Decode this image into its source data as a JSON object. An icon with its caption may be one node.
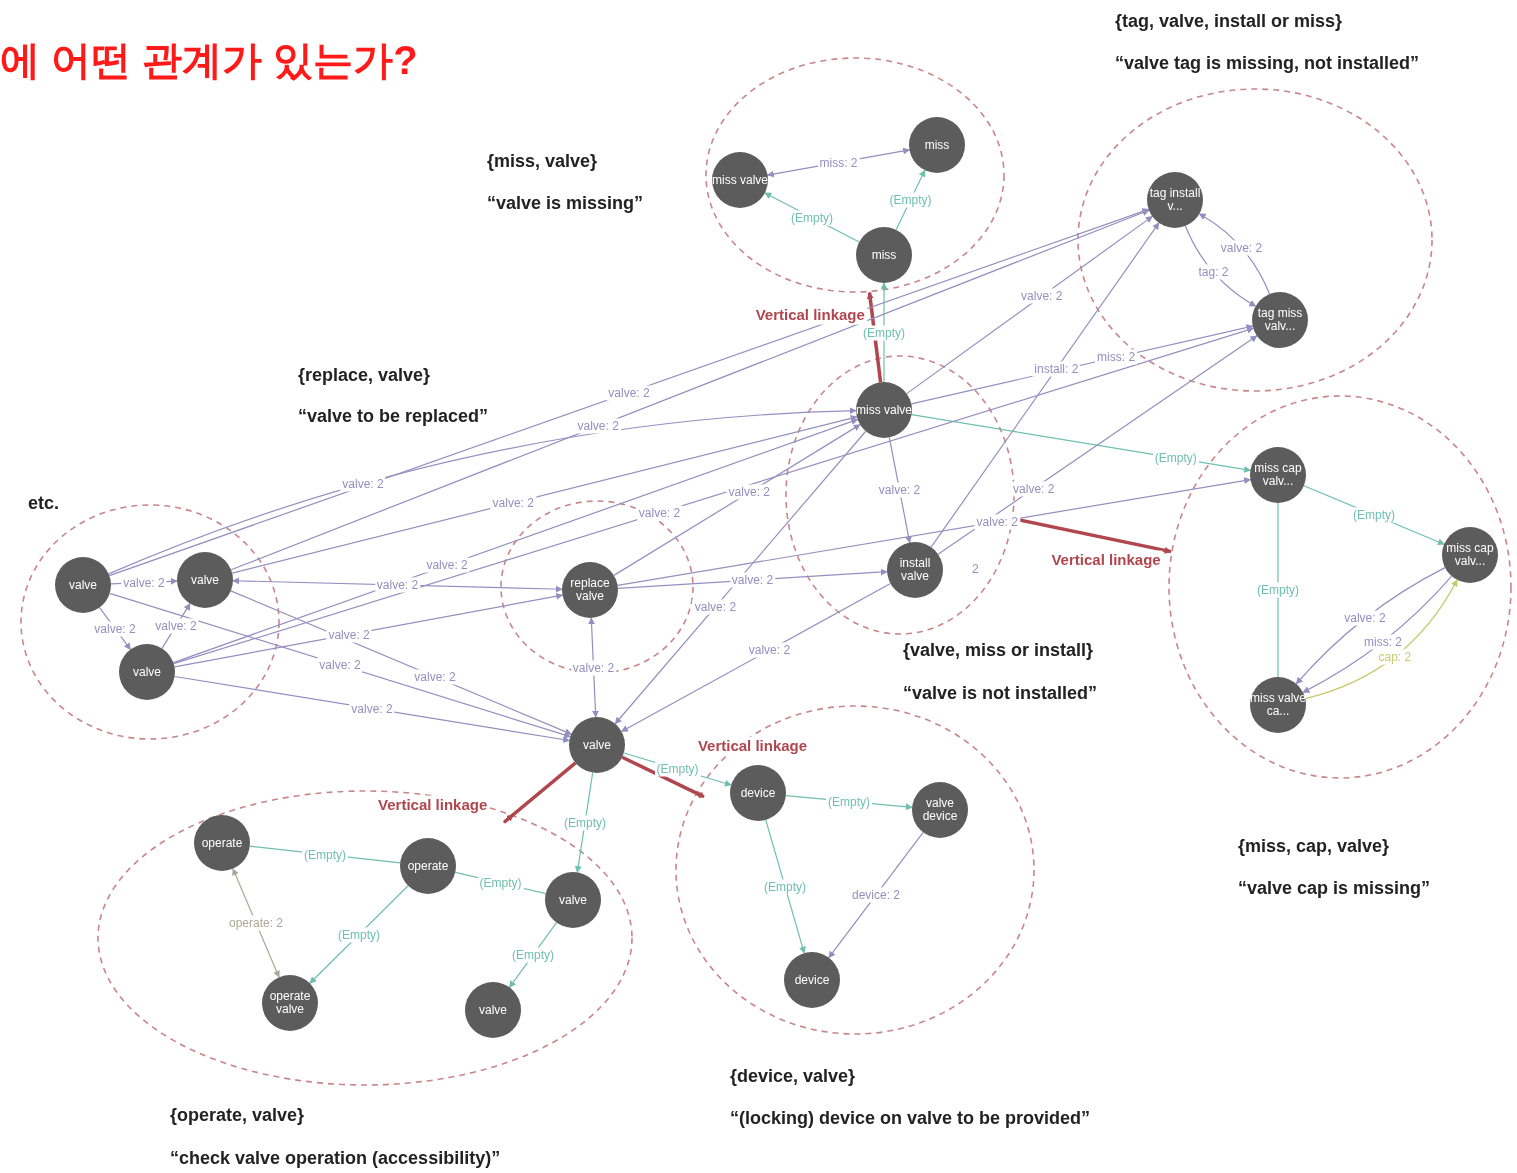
{
  "diagram": {
    "title": "에 어떤 관계가 있는가?",
    "nodes": [
      {
        "text": [],
        "shape": "circle",
        "beside": [
          "{miss, valve}",
          "“valve is missing”"
        ]
      },
      {
        "text": [],
        "shape": "circle",
        "beside": [
          "{tag, valve, install or miss}",
          "“valve tag is missing, not installed”"
        ]
      },
      {
        "text": [],
        "shape": "circle",
        "beside": [
          "etc."
        ]
      },
      {
        "text": [],
        "shape": "circle",
        "beside": [
          "{replace, valve}",
          "“valve to be replaced”"
        ]
      },
      {
        "text": [],
        "shape": "circle",
        "beside": [
          "{valve, miss or install}",
          "“valve is not installed”"
        ]
      },
      {
        "text": [],
        "shape": "circle",
        "beside": [
          "{miss, cap, valve}",
          "“valve cap is missing”"
        ]
      },
      {
        "text": [],
        "shape": "circle",
        "beside": [
          "{operate, valve}",
          "“check valve operation (accessibility)”"
        ]
      },
      {
        "text": [],
        "shape": "circle",
        "beside": [
          "{device, valve}",
          "“(locking) device on valve to be provided”"
        ]
      },
      {
        "text": [
          "miss valve"
        ],
        "in": 0
      },
      {
        "text": [
          "miss"
        ],
        "in": 0
      },
      {
        "text": [
          "miss"
        ],
        "in": 0
      },
      {
        "text": [
          "tag install v..."
        ],
        "in": 1
      },
      {
        "text": [
          "tag miss valv..."
        ],
        "in": 1
      },
      {
        "text": [
          "miss valve"
        ],
        "in": 4
      },
      {
        "text": [
          "install valve"
        ],
        "in": 4
      },
      {
        "text": [
          "valve"
        ],
        "in": 2
      },
      {
        "text": [
          "valve"
        ],
        "in": 2
      },
      {
        "text": [
          "valve"
        ],
        "in": 2
      },
      {
        "text": [
          "replace valve"
        ],
        "in": 3
      },
      {
        "text": [
          "valve"
        ]
      },
      {
        "text": [
          "miss cap valv..."
        ],
        "in": 5
      },
      {
        "text": [
          "miss cap valv..."
        ],
        "in": 5
      },
      {
        "text": [
          "miss valve ca..."
        ],
        "in": 5
      },
      {
        "text": [
          "operate"
        ],
        "in": 6
      },
      {
        "text": [
          "operate"
        ],
        "in": 6
      },
      {
        "text": [
          "operate valve"
        ],
        "in": 6
      },
      {
        "text": [
          "valve"
        ],
        "in": 6
      },
      {
        "text": [
          "valve"
        ],
        "in": 6
      },
      {
        "text": [
          "device"
        ],
        "in": 7
      },
      {
        "text": [
          "valve device"
        ],
        "in": 7
      },
      {
        "text": [
          "device"
        ],
        "in": 7
      }
    ],
    "edges": [
      {
        "from": 10,
        "to": 8,
        "arrow": "to",
        "label": "(Empty)",
        "color": "#6fbfae"
      },
      {
        "from": 10,
        "to": 9,
        "arrow": "to",
        "label": "(Empty)",
        "color": "#6fbfae"
      },
      {
        "from": 8,
        "to": 9,
        "arrow": "both",
        "label": "miss: 2"
      },
      {
        "from": 13,
        "to": 10,
        "arrow": "to",
        "label": "(Empty)",
        "color": "#6fbfae"
      },
      {
        "from": 12,
        "to": 11,
        "arrow": "to",
        "label": "valve: 2"
      },
      {
        "from": 11,
        "to": 12,
        "arrow": "to",
        "label": "tag: 2"
      },
      {
        "from": 13,
        "to": 11,
        "arrow": "to",
        "label": "valve: 2"
      },
      {
        "from": 13,
        "to": 12,
        "arrow": "to",
        "label": "miss: 2"
      },
      {
        "from": 14,
        "to": 11,
        "arrow": "to",
        "label": "install: 2"
      },
      {
        "from": 13,
        "to": 0,
        "arrow": "to",
        "label": "Vertical linkage",
        "style": "thick",
        "color": "#b0464e"
      },
      {
        "from": 4,
        "to": 5,
        "arrow": "to",
        "label": "Vertical linkage",
        "style": "thick",
        "color": "#b0464e"
      },
      {
        "from": 19,
        "to": 7,
        "arrow": "to",
        "label": "Vertical linkage",
        "style": "thick",
        "color": "#b0464e"
      },
      {
        "from": 19,
        "to": 6,
        "arrow": "to",
        "label": "Vertical linkage",
        "style": "thick",
        "color": "#b0464e"
      },
      {
        "from": 13,
        "to": 20,
        "arrow": "to",
        "label": "(Empty)",
        "color": "#6fbfae"
      },
      {
        "from": 13,
        "to": 14,
        "arrow": "to",
        "label": "valve: 2"
      },
      {
        "from": 18,
        "to": 20,
        "arrow": "to",
        "label": "valve: 2"
      },
      {
        "from": 16,
        "to": 13,
        "arrow": "to",
        "label": "valve: 2"
      },
      {
        "from": 15,
        "to": 11,
        "arrow": "to",
        "label": "valve: 2"
      },
      {
        "from": 17,
        "to": 12,
        "arrow": "to",
        "label": "valve: 2"
      },
      {
        "from": 16,
        "to": 11,
        "arrow": "to",
        "label": "valve: 2"
      },
      {
        "from": 15,
        "to": 13,
        "arrow": "to",
        "label": "valve: 2"
      },
      {
        "from": 18,
        "to": 13,
        "arrow": "to",
        "label": "valve: 2"
      },
      {
        "from": 17,
        "to": 13,
        "arrow": "to",
        "label": "valve: 2"
      },
      {
        "from": 16,
        "to": 18,
        "arrow": "both",
        "label": "valve: 2"
      },
      {
        "from": 15,
        "to": 16,
        "arrow": "to",
        "label": "valve: 2"
      },
      {
        "from": 18,
        "to": 14,
        "arrow": "to",
        "label": "valve: 2"
      },
      {
        "from": 15,
        "to": 17,
        "arrow": "to",
        "label": "valve: 2"
      },
      {
        "from": 17,
        "to": 16,
        "arrow": "to",
        "label": "valve: 2"
      },
      {
        "from": 17,
        "to": 18,
        "arrow": "to",
        "label": "valve: 2"
      },
      {
        "from": 18,
        "to": 19,
        "arrow": "both",
        "label": "valve: 2"
      },
      {
        "from": 15,
        "to": 19,
        "arrow": "to",
        "label": "valve: 2"
      },
      {
        "from": 17,
        "to": 19,
        "arrow": "to",
        "label": "valve: 2"
      },
      {
        "from": 14,
        "to": 19,
        "arrow": "to",
        "label": "valve: 2"
      },
      {
        "from": 16,
        "to": 19,
        "arrow": "to",
        "label": "valve: 2"
      },
      {
        "from": 14,
        "to": 12,
        "arrow": "to",
        "label": "valve: 2"
      },
      {
        "from": 13,
        "to": 19,
        "arrow": "to",
        "label": "valve: 2"
      },
      {
        "from": 19,
        "to": 26,
        "arrow": "to",
        "label": "(Empty)",
        "color": "#6fbfae"
      },
      {
        "from": 19,
        "to": 28,
        "arrow": "to",
        "label": "(Empty)",
        "color": "#6fbfae"
      },
      {
        "from": 20,
        "to": 21,
        "arrow": "to",
        "label": "(Empty)",
        "color": "#6fbfae"
      },
      {
        "from": 20,
        "to": 22,
        "arrow": "none",
        "label": "(Empty)",
        "color": "#6fbfae"
      },
      {
        "from": 22,
        "to": 21,
        "arrow": "to",
        "label": "cap: 2",
        "color": "#c4cc6e"
      },
      {
        "from": 21,
        "to": 22,
        "arrow": "to",
        "label": "valve: 2"
      },
      {
        "from": 21,
        "to": 22,
        "arrow": "to",
        "label": "miss: 2"
      },
      {
        "from": 23,
        "to": 24,
        "arrow": "none",
        "label": "(Empty)",
        "color": "#6fbfae"
      },
      {
        "from": 23,
        "to": 25,
        "arrow": "both",
        "label": "operate: 2",
        "color": "#a9a893"
      },
      {
        "from": 24,
        "to": 25,
        "arrow": "to",
        "label": "(Empty)",
        "color": "#6fbfae"
      },
      {
        "from": 26,
        "to": 27,
        "arrow": "to",
        "label": "(Empty)",
        "color": "#6fbfae"
      },
      {
        "from": 26,
        "to": 24,
        "arrow": "none",
        "label": "(Empty)",
        "color": "#6fbfae"
      },
      {
        "from": 28,
        "to": 29,
        "arrow": "to",
        "label": "(Empty)",
        "color": "#6fbfae"
      },
      {
        "from": 28,
        "to": 30,
        "arrow": "to",
        "label": "(Empty)",
        "color": "#6fbfae"
      },
      {
        "from": 29,
        "to": 30,
        "arrow": "to",
        "label": "device: 2"
      }
    ],
    "labels": [
      "2"
    ]
  }
}
